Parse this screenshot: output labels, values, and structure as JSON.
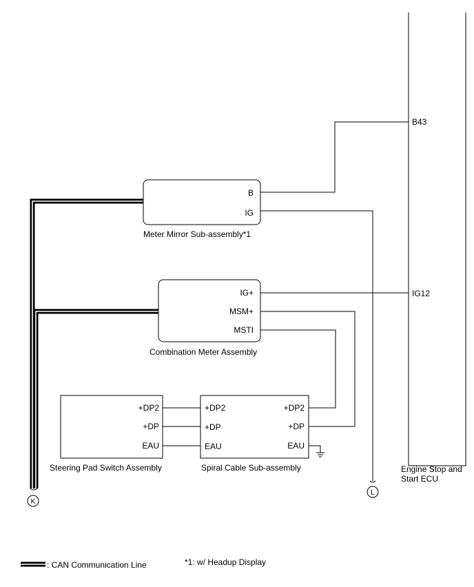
{
  "ecu": {
    "name_line1": "Engine Stop and",
    "name_line2": "Start ECU",
    "pins": {
      "b43": "B43",
      "ig12": "IG12"
    }
  },
  "meter_mirror": {
    "label": "Meter Mirror Sub-assembly*1",
    "pins": {
      "b": "B",
      "ig": "IG"
    }
  },
  "combination_meter": {
    "label": "Combination Meter Assembly",
    "pins": {
      "ig_plus": "IG+",
      "msm_plus": "MSM+",
      "msti": "MSTI"
    }
  },
  "steering_pad": {
    "label": "Steering Pad Switch Assembly",
    "pins": {
      "dp2": "+DP2",
      "dp": "+DP",
      "eau": "EAU"
    }
  },
  "spiral_cable": {
    "label": "Spiral Cable Sub-assembly",
    "left_pins": {
      "dp2": "+DP2",
      "dp": "+DP",
      "eau": "EAU"
    },
    "right_pins": {
      "dp2": "+DP2",
      "dp": "+DP",
      "eau": "EAU"
    }
  },
  "connectors": {
    "k": "K",
    "l": "L"
  },
  "legend": {
    "can_line": ": CAN Communication Line",
    "footnote": "*1: w/ Headup Display"
  }
}
